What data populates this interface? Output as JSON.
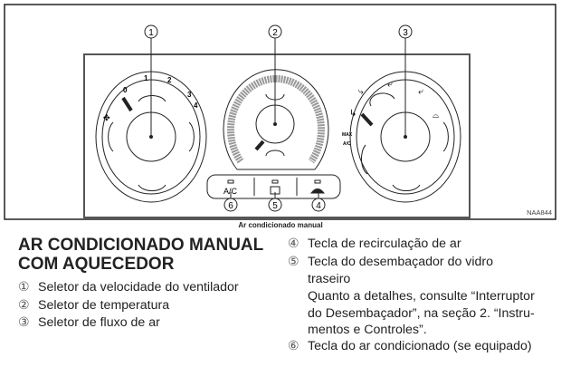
{
  "figure": {
    "callouts": [
      "1",
      "2",
      "3",
      "4",
      "5",
      "6"
    ],
    "fan_labels": [
      "0",
      "1",
      "2",
      "3",
      "4"
    ],
    "mode_labels": [
      "MAX",
      "A/C"
    ],
    "button_ac": "A/C",
    "figure_code": "NAA844",
    "caption": "Ar condicionado manual"
  },
  "heading": [
    "AR CONDICIONADO MANUAL",
    "COM AQUECEDOR"
  ],
  "left_items": [
    {
      "num": "①",
      "text": "Seletor da velocidade do ventilador"
    },
    {
      "num": "②",
      "text": "Seletor de temperatura"
    },
    {
      "num": "③",
      "text": "Seletor de fluxo de ar"
    }
  ],
  "right_items": [
    {
      "num": "④",
      "text": "Tecla de recirculação de ar"
    },
    {
      "num": "⑤",
      "text": "Tecla do desembaçador do vidro"
    },
    {
      "num": "⑥",
      "text": "Tecla do ar condicionado (se equipado)"
    }
  ],
  "item5_continuation": "traseiro",
  "item5_note": [
    "Quanto a detalhes, consulte “Interruptor",
    "do Desembaçador”, na seção 2. “Instru-",
    "mentos e Controles”."
  ]
}
